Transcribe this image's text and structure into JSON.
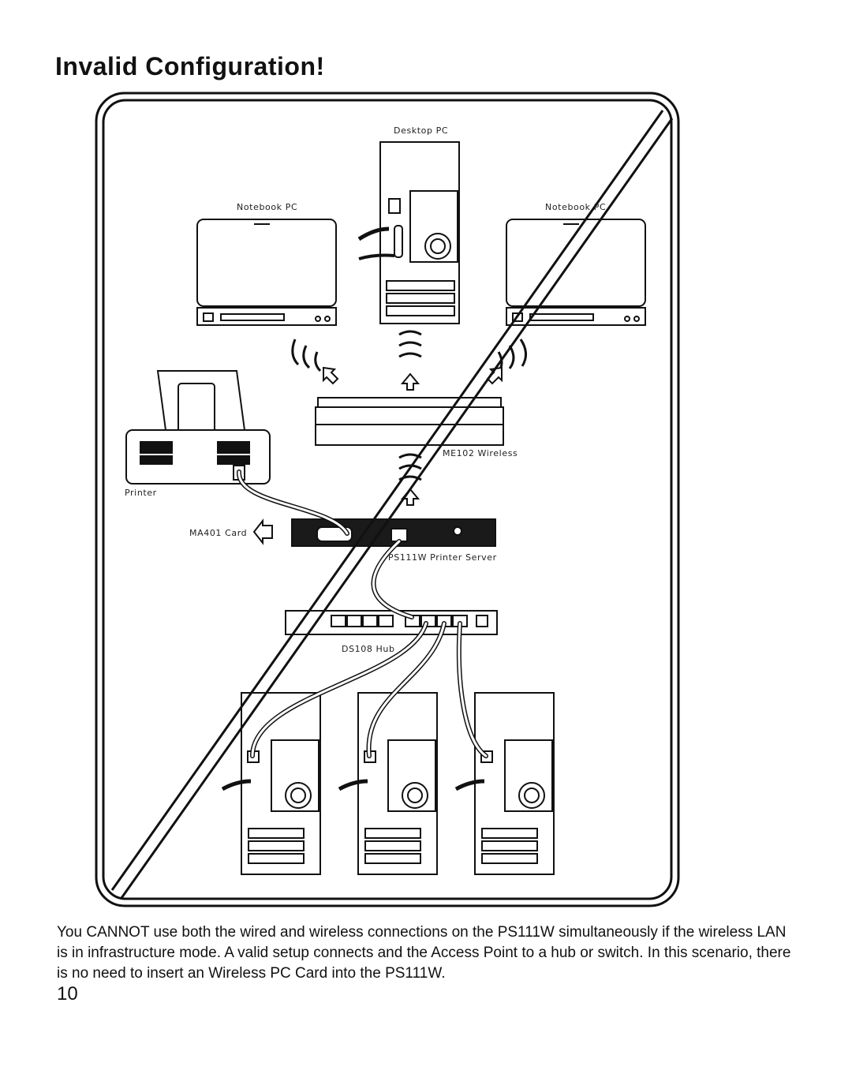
{
  "heading": "Invalid Configuration!",
  "diagram": {
    "labels": {
      "desktop_pc": "Desktop PC",
      "notebook_left": "Notebook PC",
      "notebook_right": "Notebook PC",
      "printer": "Printer",
      "ma401_card": "MA401 Card",
      "me102": "ME102 Wireless",
      "ps111w": "PS111W Printer Server",
      "ds108_hub": "DS108 Hub"
    }
  },
  "body_text": "You CANNOT use both the wired and wireless connections on the PS111W simultaneously if the wireless LAN is in infrastructure mode.  A valid setup connects and the Access Point to a hub or switch.  In this scenario, there is no need to insert an Wireless PC Card into the PS111W.",
  "page_number": "10"
}
